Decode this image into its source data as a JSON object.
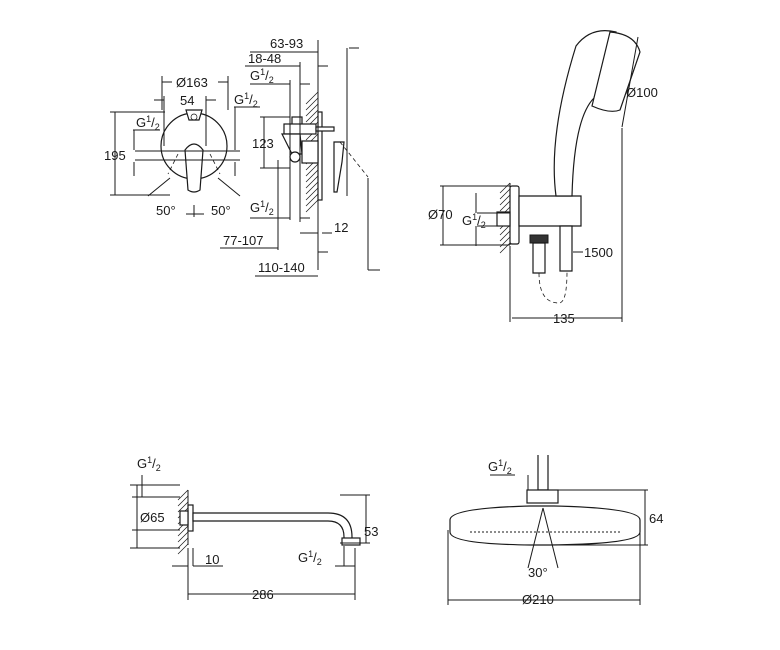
{
  "g_half": {
    "g": "G",
    "num": "1",
    "slash": "/",
    "den": "2"
  },
  "mixer_front": {
    "diameter": "Ø163",
    "width_54": "54",
    "height_195": "195",
    "angle_left": "50°",
    "angle_right": "50°"
  },
  "mixer_side": {
    "d_63_93": "63-93",
    "d_18_48": "18-48",
    "d_123": "123",
    "d_77_107": "77-107",
    "d_110_140": "110-140",
    "d_12": "12"
  },
  "hand_shower": {
    "head_diameter": "Ø100",
    "plate_diameter": "Ø70",
    "hose_length": "1500",
    "width_135": "135"
  },
  "shower_arm": {
    "flange_diameter": "Ø65",
    "d_10": "10",
    "d_53": "53",
    "length_286": "286"
  },
  "head_shower": {
    "height_64": "64",
    "angle": "30°",
    "diameter": "Ø210"
  }
}
